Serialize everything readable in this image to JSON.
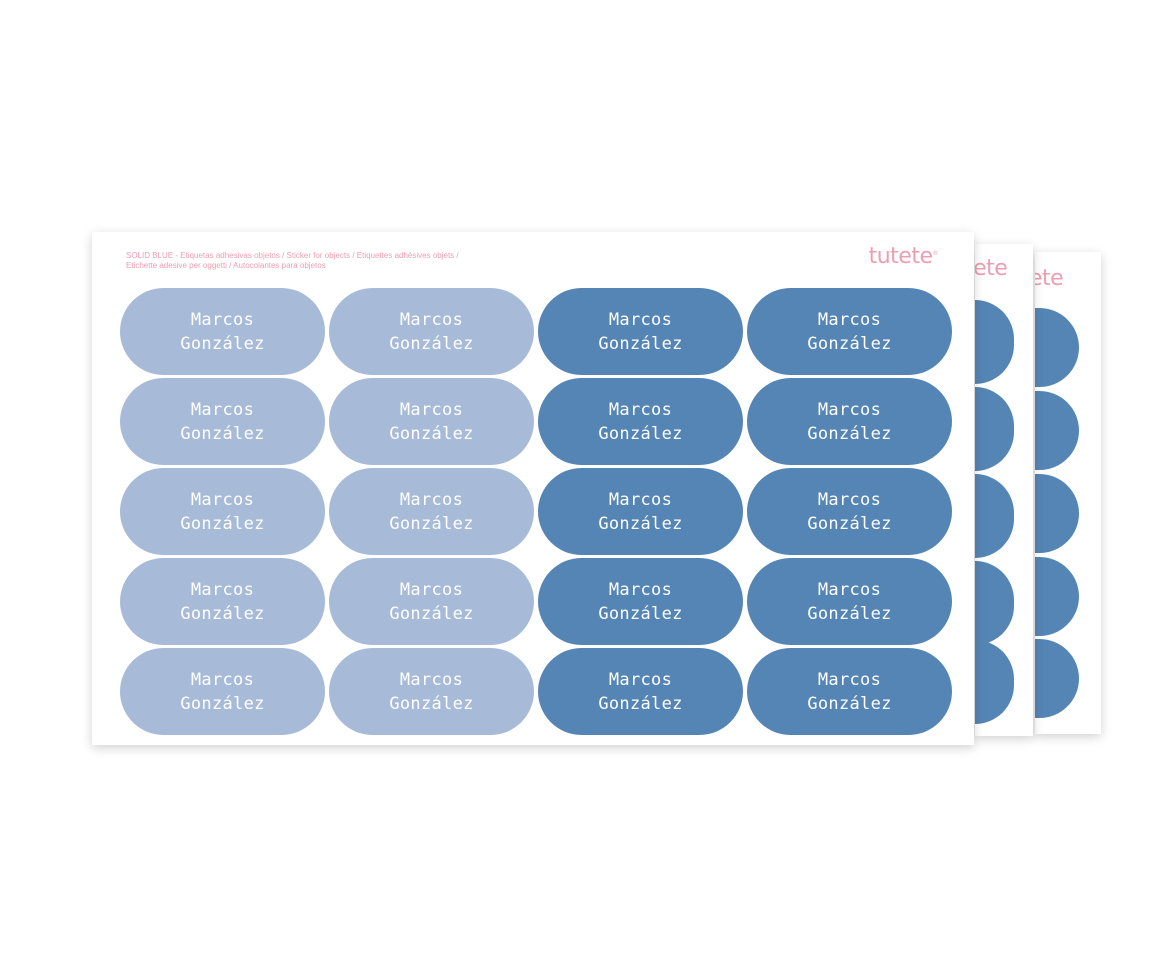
{
  "sheet": {
    "caption_line1": "SOLID BLUE - Etiquetas adhesivas objetos / Sticker for objects / Etiquettes adhésives objets /",
    "caption_line2": "Etichette adesive per oggetti / Autocolantes para objetos",
    "brand": "tutete",
    "brand_mark": "®"
  },
  "back_sheets": {
    "logo_fragment_1": "tete",
    "logo_fragment_2": "ete"
  },
  "labels": {
    "first_name": "Marcos",
    "last_name": "González",
    "rows": 5,
    "columns": 4,
    "column_styles": [
      "light",
      "light",
      "dark",
      "dark"
    ]
  },
  "colors": {
    "light_blue": "#a7bbd8",
    "dark_blue": "#5585b5",
    "brand_pink": "#ec9fb0",
    "background": "#ffffff"
  }
}
